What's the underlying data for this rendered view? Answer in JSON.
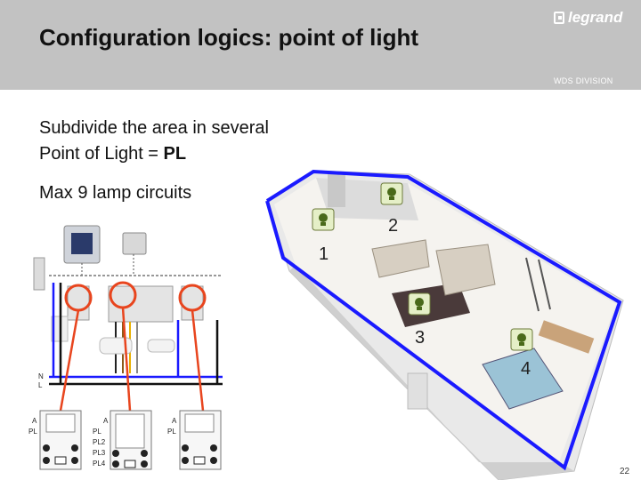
{
  "header": {
    "title": "Configuration logics: point of light",
    "brand": "legrand",
    "division": "WDS DIVISION"
  },
  "body": {
    "line1": "Subdivide the area in several",
    "line2_prefix": "Point of Light = ",
    "line2_bold": "PL",
    "line3": "Max 9 lamp circuits"
  },
  "room": {
    "pl_labels": [
      "1",
      "2",
      "3",
      "4"
    ]
  },
  "wiring": {
    "n_label": "N",
    "l_label": "L",
    "modules": [
      {
        "a_label": "A",
        "pl_labels": [
          "PL"
        ]
      },
      {
        "a_label": "A",
        "pl_labels": [
          "PL",
          "PL2",
          "PL3",
          "PL4"
        ]
      },
      {
        "a_label": "A",
        "pl_labels": [
          "PL"
        ]
      }
    ]
  },
  "footer": {
    "page_number": "22"
  },
  "colors": {
    "header_bg": "#c2c2c2",
    "room_outline": "#1a1aff",
    "highlight": "#e8451e",
    "lamp_icon": "#4a6a1a"
  }
}
